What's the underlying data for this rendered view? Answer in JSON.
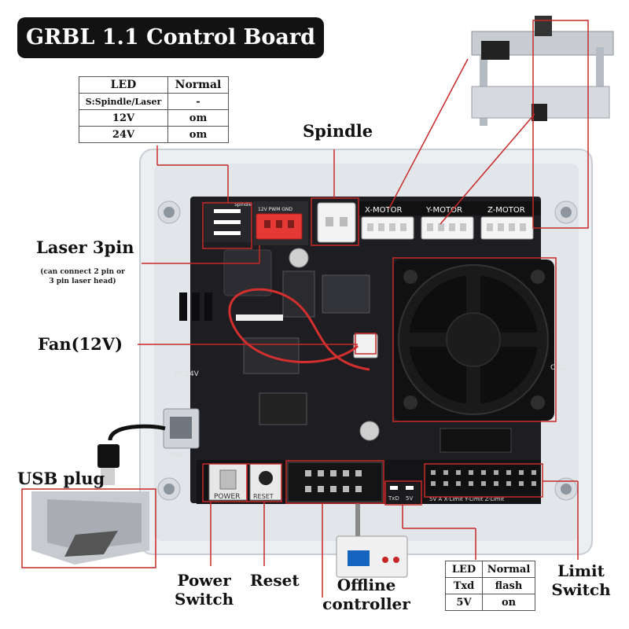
{
  "title": "GRBL 1.1 Control Board",
  "top_table": {
    "headers": [
      "LED",
      "Normal"
    ],
    "rows": [
      [
        "S:Spindle/Laser",
        "-"
      ],
      [
        "12V",
        "om"
      ],
      [
        "24V",
        "om"
      ]
    ]
  },
  "bottom_table": {
    "headers": [
      "LED",
      "Normal"
    ],
    "rows": [
      [
        "Txd",
        "flash"
      ],
      [
        "5V",
        "on"
      ]
    ]
  },
  "labels": {
    "spindle": "Spindle",
    "laser_3pin": "Laser 3pin",
    "laser_note_1": "(can connect 2 pin or",
    "laser_note_2": "3 pin laser head)",
    "fan": "Fan(12V)",
    "usb_plug": "USB plug",
    "power_1": "Power",
    "power_2": "Switch",
    "reset": "Reset",
    "offline_1": "Offline",
    "offline_2": "controller",
    "limit_1": "Limit",
    "limit_2": "Switch"
  },
  "silkscreen": {
    "spindle_hdr": "Spindle",
    "pwm": "12V PWM GND",
    "x_motor": "X-MOTOR",
    "y_motor": "Y-MOTOR",
    "z_motor": "Z-MOTOR",
    "power": "POWER",
    "reset": "RESET",
    "txd": "TxD",
    "v5": "5V",
    "limits": "5V A  X-Limit  Y-Limit  Z-Limit",
    "dc24v": "DC24V",
    "usb": "USB",
    "cnc": "CNC"
  },
  "colors": {
    "callout": "#c62828",
    "board": "#1e1e22",
    "acrylic": "#e9ecef",
    "fan": "#111111",
    "header_red": "#e53935"
  }
}
